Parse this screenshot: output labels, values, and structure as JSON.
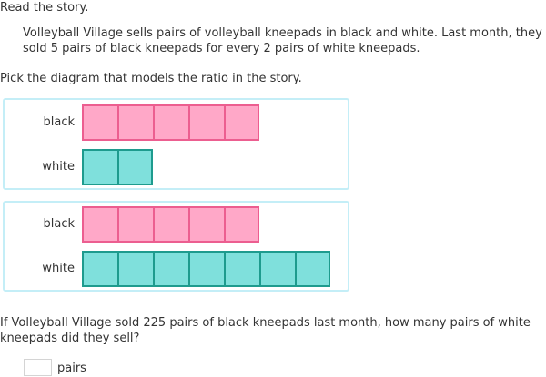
{
  "instruction_read": "Read the story.",
  "story": {
    "line1": "Volleyball Village sells pairs of volleyball kneepads in black and white. Last month, they",
    "line2": "sold 5 pairs of black kneepads for every 2 pairs of white kneepads."
  },
  "instruction_pick": "Pick the diagram that models the ratio in the story.",
  "options": [
    {
      "rows": [
        {
          "label": "black",
          "count": 5,
          "color": "#ffa8c8",
          "border": "#ec5e90"
        },
        {
          "label": "white",
          "count": 2,
          "color": "#7fe0dc",
          "border": "#1e9b8e"
        }
      ]
    },
    {
      "rows": [
        {
          "label": "black",
          "count": 5,
          "color": "#ffa8c8",
          "border": "#ec5e90"
        },
        {
          "label": "white",
          "count": 7,
          "color": "#7fe0dc",
          "border": "#1e9b8e"
        }
      ]
    }
  ],
  "question": {
    "line1": "If Volleyball Village sold 225 pairs of black kneepads last month, how many pairs of white",
    "line2": "kneepads did they sell?"
  },
  "answer": {
    "value": "",
    "unit": "pairs"
  },
  "colors": {
    "option_border": "#c4eef7",
    "text": "#333333"
  }
}
